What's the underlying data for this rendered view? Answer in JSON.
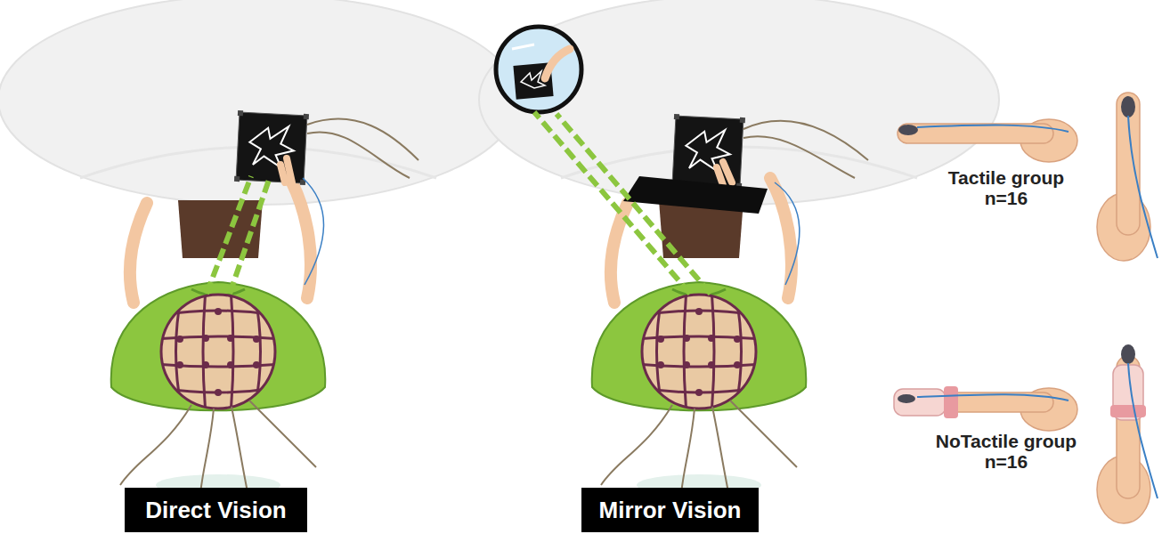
{
  "diagram": {
    "nodes": [
      {
        "text": [
          "Direct Vision"
        ]
      },
      {
        "text": [
          "Mirror Vision"
        ]
      }
    ],
    "labels": [
      "Tactile group n=16",
      "NoTactile group n=16"
    ]
  }
}
